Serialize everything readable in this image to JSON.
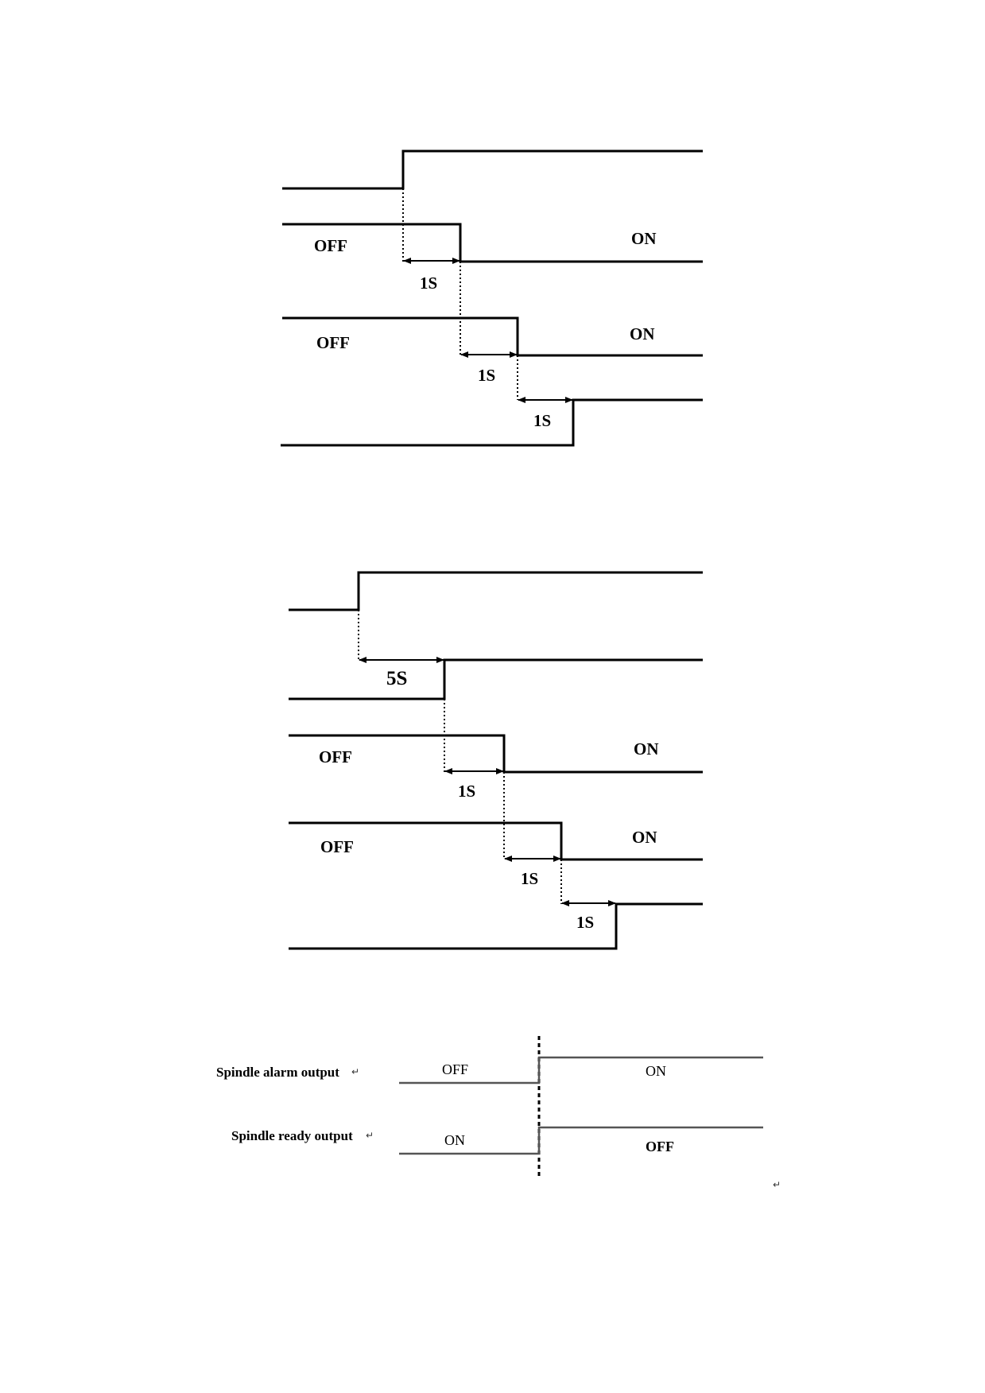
{
  "diagram1": {
    "signal2": {
      "left_state": "OFF",
      "right_state": "ON"
    },
    "signal3": {
      "left_state": "OFF",
      "right_state": "ON"
    },
    "delays": [
      "1S",
      "1S",
      "1S"
    ]
  },
  "diagram2": {
    "first_delay": "5S",
    "signal3": {
      "left_state": "OFF",
      "right_state": "ON"
    },
    "signal4": {
      "left_state": "OFF",
      "right_state": "ON"
    },
    "delays": [
      "1S",
      "1S",
      "1S"
    ]
  },
  "diagram3": {
    "alarm": {
      "label": "Spindle alarm output",
      "before": "OFF",
      "after": "ON"
    },
    "ready": {
      "label": "Spindle ready output",
      "before": "ON",
      "after": "OFF"
    }
  },
  "return_mark": "↵"
}
